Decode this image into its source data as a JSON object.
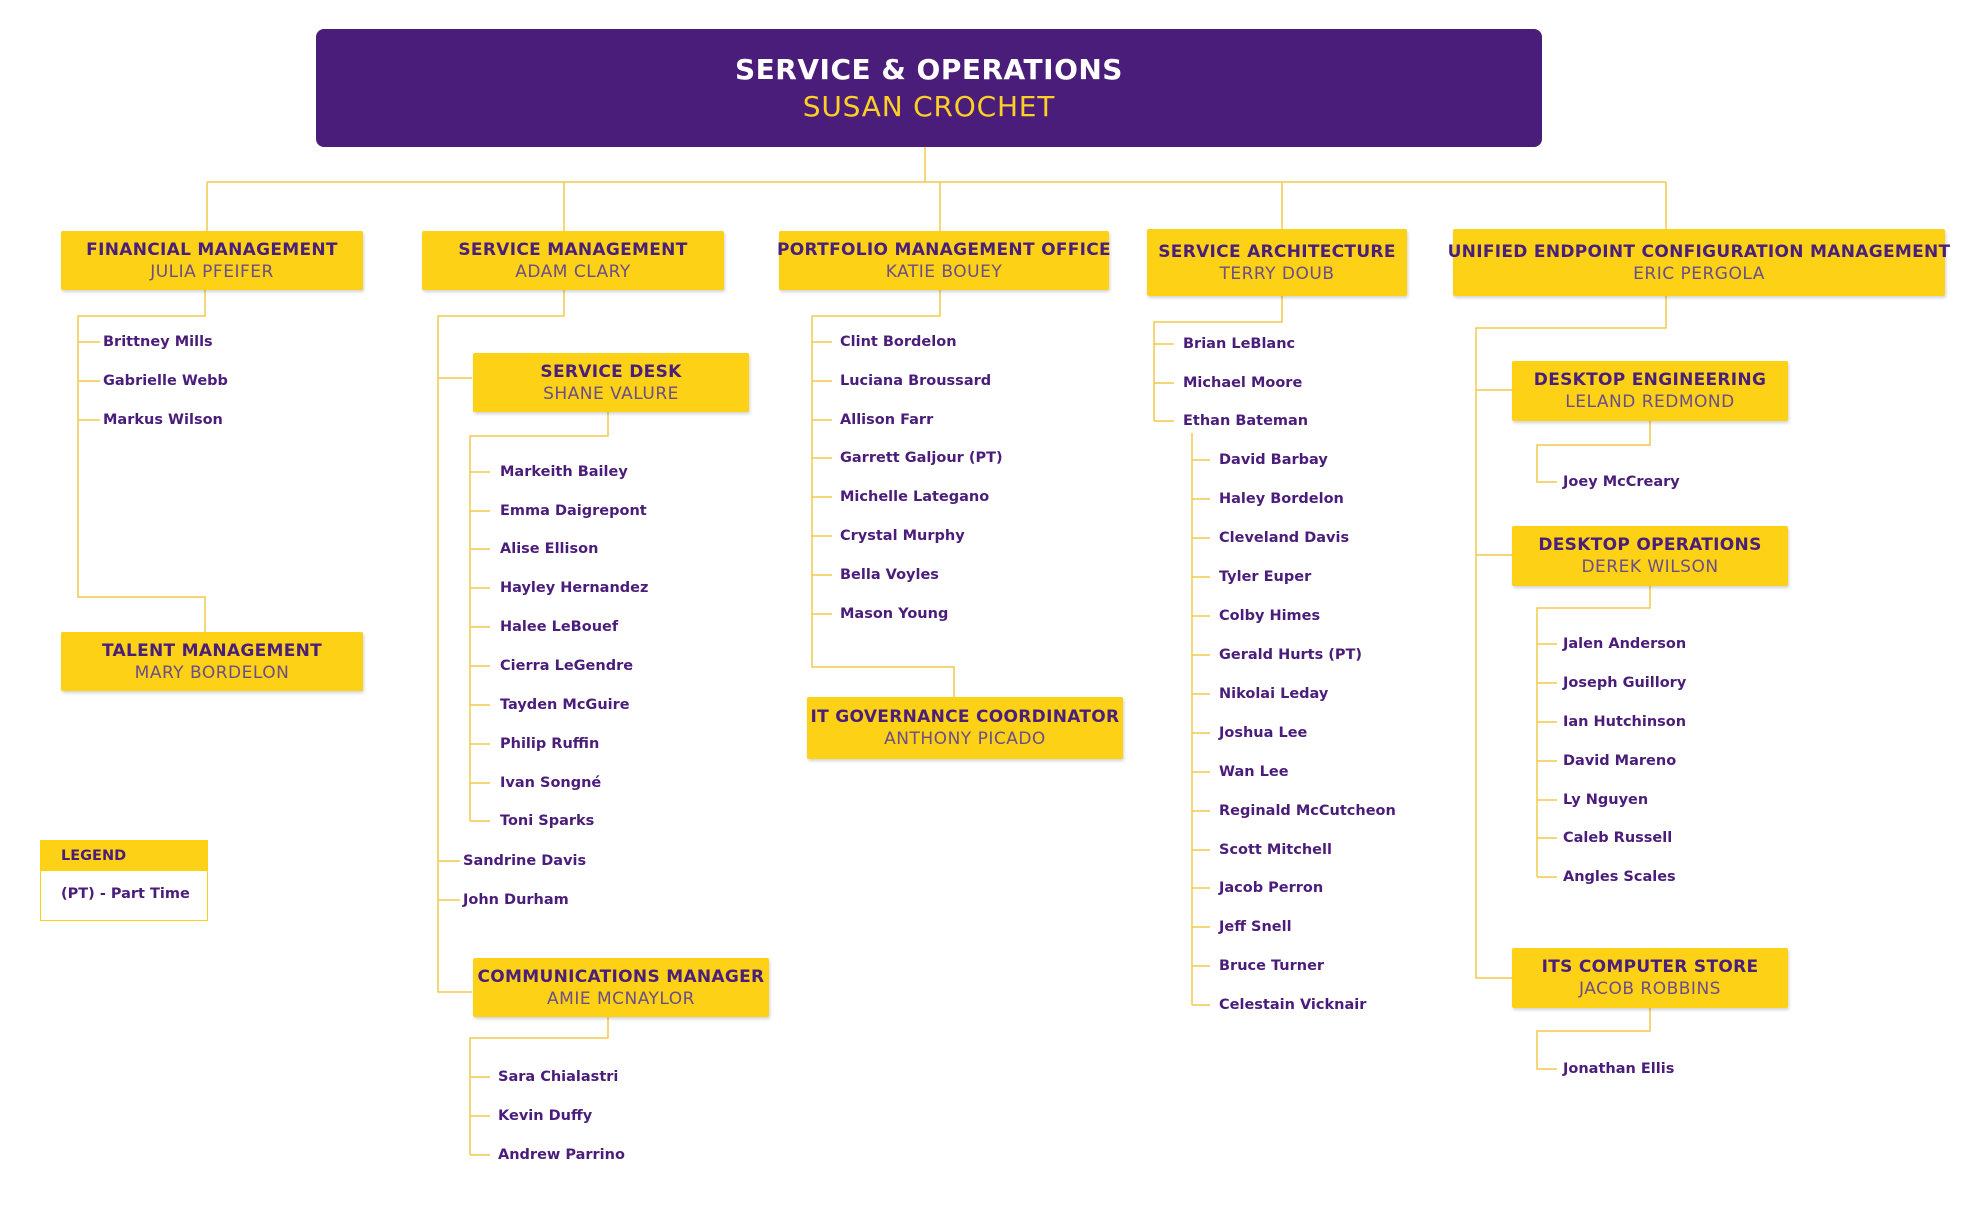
{
  "root": {
    "title": "SERVICE & OPERATIONS",
    "name": "SUSAN CROCHET"
  },
  "boxes": {
    "financial": {
      "title": "FINANCIAL MANAGEMENT",
      "name": "JULIA PFEIFER"
    },
    "talent": {
      "title": "TALENT MANAGEMENT",
      "name": "MARY BORDELON"
    },
    "service_mgmt": {
      "title": "SERVICE MANAGEMENT",
      "name": "ADAM CLARY"
    },
    "service_desk": {
      "title": "SERVICE DESK",
      "name": "SHANE VALURE"
    },
    "communications": {
      "title": "COMMUNICATIONS MANAGER",
      "name": "AMIE MCNAYLOR"
    },
    "portfolio": {
      "title": "PORTFOLIO MANAGEMENT OFFICE",
      "name": "KATIE BOUEY"
    },
    "it_governance": {
      "title": "IT GOVERNANCE COORDINATOR",
      "name": "ANTHONY PICADO"
    },
    "architecture": {
      "title": "SERVICE ARCHITECTURE",
      "name": "TERRY DOUB"
    },
    "uecm": {
      "title": "UNIFIED ENDPOINT CONFIGURATION MANAGEMENT",
      "name": "ERIC PERGOLA"
    },
    "desktop_eng": {
      "title": "DESKTOP ENGINEERING",
      "name": "LELAND REDMOND"
    },
    "desktop_ops": {
      "title": "DESKTOP OPERATIONS",
      "name": "DEREK WILSON"
    },
    "computer_store": {
      "title": "ITS COMPUTER STORE",
      "name": "JACOB ROBBINS"
    }
  },
  "members": {
    "financial": [
      "Brittney Mills",
      "Gabrielle Webb",
      "Markus Wilson"
    ],
    "service_desk": [
      "Markeith Bailey",
      "Emma Daigrepont",
      "Alise Ellison",
      "Hayley Hernandez",
      "Halee LeBouef",
      "Cierra LeGendre",
      "Tayden McGuire",
      "Philip Ruffin",
      "Ivan Songné",
      "Toni Sparks"
    ],
    "service_mgmt": [
      "Sandrine Davis",
      "John Durham"
    ],
    "communications": [
      "Sara Chialastri",
      "Kevin Duffy",
      "Andrew Parrino"
    ],
    "portfolio": [
      "Clint Bordelon",
      "Luciana Broussard",
      "Allison Farr",
      "Garrett Galjour (PT)",
      "Michelle Lategano",
      "Crystal Murphy",
      "Bella Voyles",
      "Mason Young"
    ],
    "architecture": [
      "Brian LeBlanc",
      "Michael Moore",
      "Ethan Bateman"
    ],
    "ethan": [
      "David Barbay",
      "Haley Bordelon",
      "Cleveland Davis",
      "Tyler Euper",
      "Colby Himes",
      "Gerald Hurts (PT)",
      "Nikolai Leday",
      "Joshua Lee",
      "Wan Lee",
      "Reginald McCutcheon",
      "Scott Mitchell",
      "Jacob Perron",
      "Jeff Snell",
      "Bruce Turner",
      "Celestain Vicknair"
    ],
    "desktop_eng": [
      "Joey McCreary"
    ],
    "desktop_ops": [
      "Jalen Anderson",
      "Joseph Guillory",
      "Ian Hutchinson",
      "David Mareno",
      "Ly Nguyen",
      "Caleb Russell",
      "Angles Scales"
    ],
    "computer_store": [
      "Jonathan Ellis"
    ]
  },
  "legend": {
    "title": "LEGEND",
    "entry": "(PT) - Part Time"
  },
  "colors": {
    "purple": "#4b1d7a",
    "gold": "#fcd116",
    "line": "#f2c94c"
  }
}
